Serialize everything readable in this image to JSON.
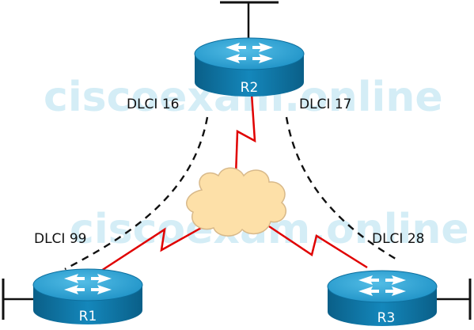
{
  "watermark": "ciscoexam.online",
  "routers": {
    "r1": {
      "label": "R1"
    },
    "r2": {
      "label": "R2"
    },
    "r3": {
      "label": "R3"
    }
  },
  "dlci": {
    "r2_left": "DLCI 16",
    "r2_right": "DLCI 17",
    "r1": "DLCI 99",
    "r3": "DLCI 28"
  },
  "colors": {
    "router_top": "#2a9fd0",
    "router_side": "#0d6f9e",
    "serial_link": "#e00000",
    "cloud_fill": "#fde0a8",
    "virtual_circuit": "#111111"
  }
}
